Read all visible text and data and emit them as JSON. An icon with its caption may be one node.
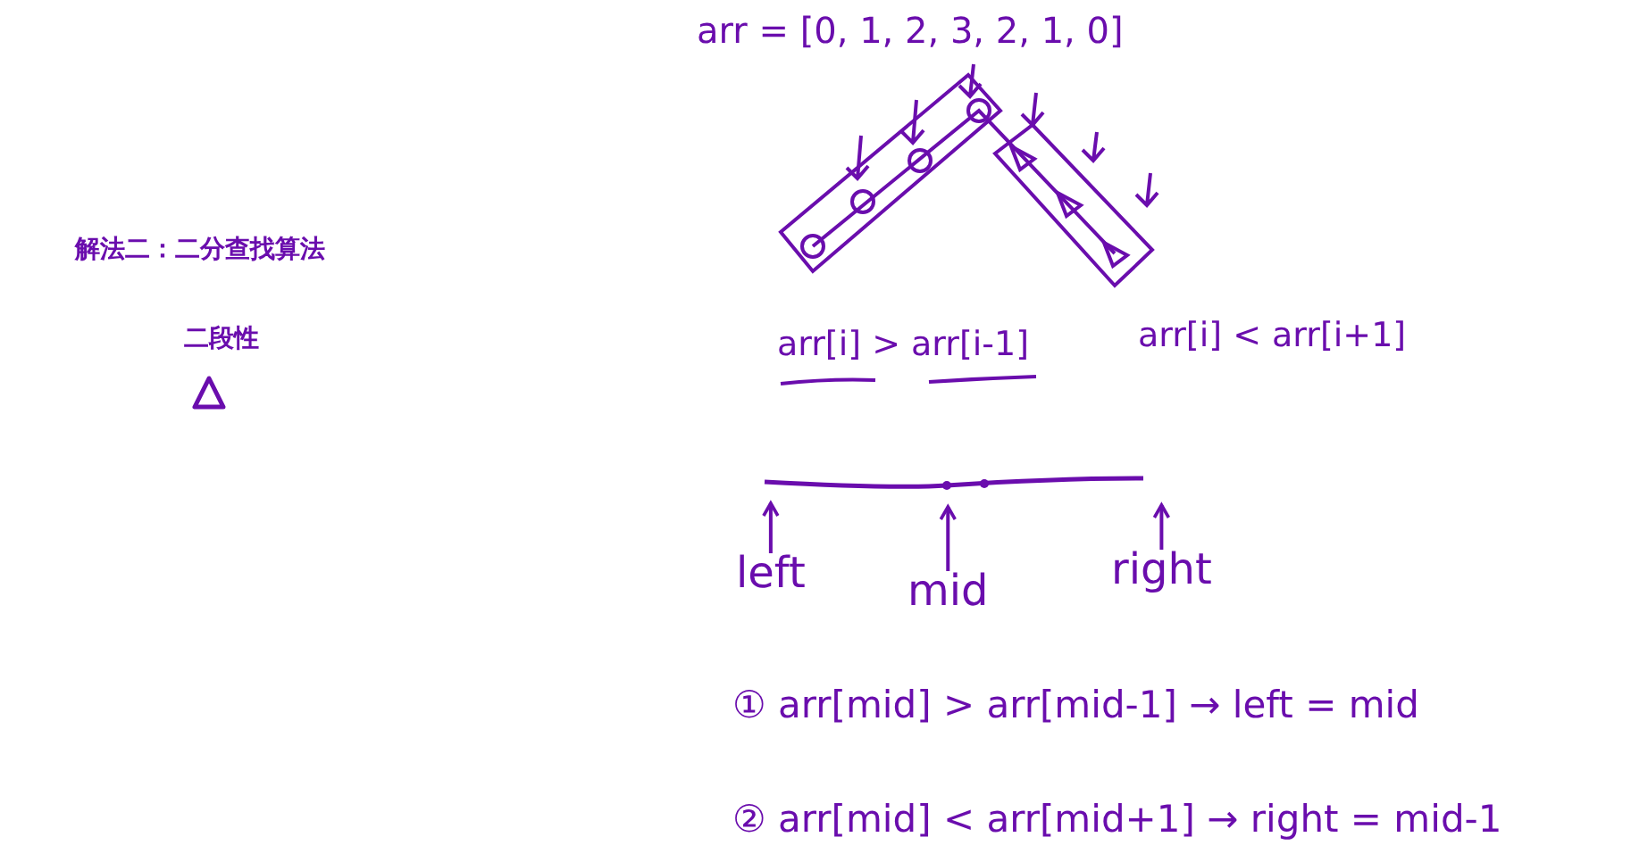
{
  "diagram": {
    "title": "解法二：二分查找算法",
    "nodes": [
      {
        "text": [
          "left"
        ]
      },
      {
        "text": [
          "mid"
        ]
      },
      {
        "text": [
          "right"
        ]
      }
    ],
    "edges": [
      {
        "from": 0,
        "to": null,
        "arrow": "to"
      },
      {
        "from": 1,
        "to": null,
        "arrow": "to"
      },
      {
        "from": 2,
        "to": null,
        "arrow": "to"
      }
    ],
    "labels": [
      "二段性",
      "arr = [0, 1, 2, 3, 2, 1, 0]",
      "arr[i] > arr[i-1]",
      "arr[i] < arr[i+1]",
      "① arr[mid] > arr[mid-1] → left = mid",
      "② arr[mid] < arr[mid+1] → right = mid-1"
    ]
  }
}
